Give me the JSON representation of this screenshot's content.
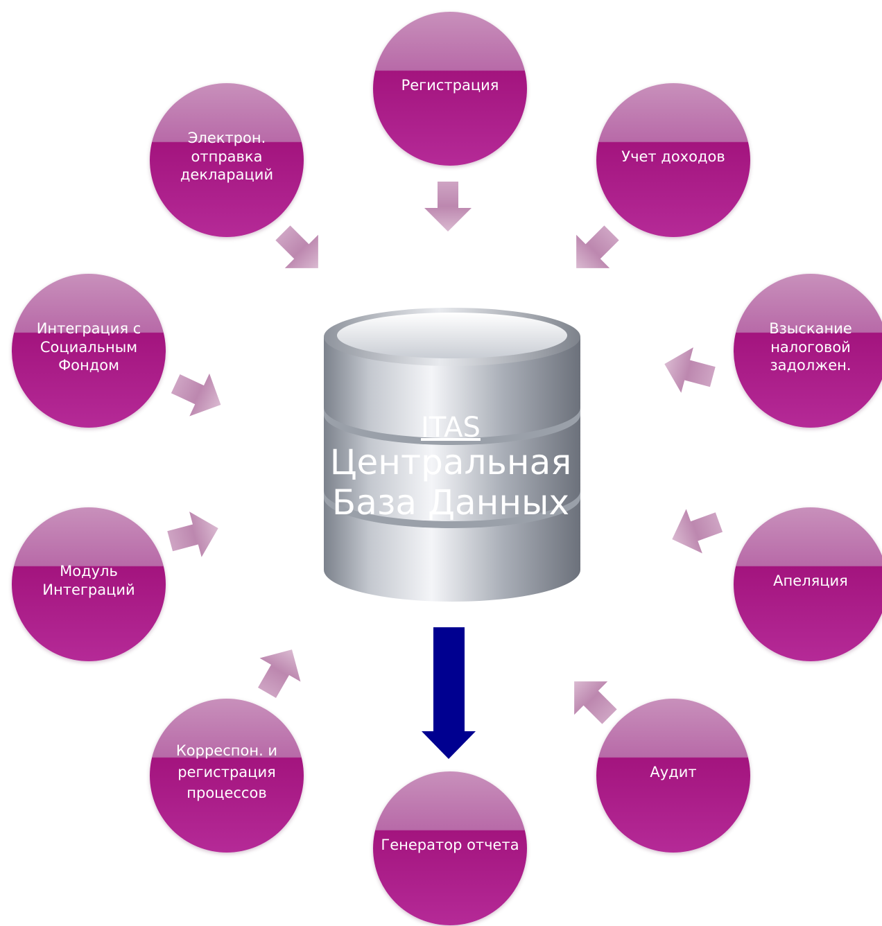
{
  "nodes": [
    {
      "id": "registration",
      "label": "Регистрация"
    },
    {
      "id": "income",
      "label": "Учет доходов"
    },
    {
      "id": "debt",
      "label": "Взыскание\nналоговой\nзадолжен."
    },
    {
      "id": "appeal",
      "label": "Апеляция"
    },
    {
      "id": "audit",
      "label": "Аудит"
    },
    {
      "id": "report",
      "label": "Генератор отчета"
    },
    {
      "id": "correspondence",
      "label": "Корреспон. и\nрегистрация\nпроцессов"
    },
    {
      "id": "integration-module",
      "label": "Модуль\nИнтеграций"
    },
    {
      "id": "social-fund",
      "label": "Интеграция с\nСоциальным\nФондом"
    },
    {
      "id": "e-filing",
      "label": "Электрон.\nотправка\nдеклараций"
    }
  ],
  "database": {
    "abbr": "ITAS",
    "line1": "Центральная",
    "line2": "База Данных"
  },
  "colors": {
    "node_top": "#c890bb",
    "node_bottom": "#a3147e",
    "arrow": "#b57aa6",
    "output_arrow": "#000090",
    "db_light": "#eef0f4",
    "db_dark": "#8c919a"
  }
}
